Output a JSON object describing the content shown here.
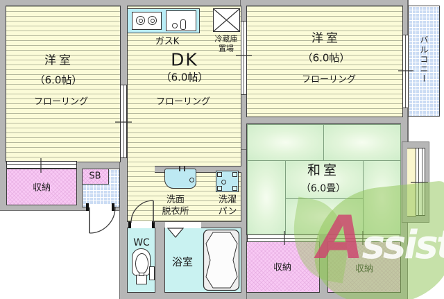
{
  "plan": {
    "rooms": {
      "west_room_left": {
        "name": "洋室",
        "size": "（6.0帖）",
        "floor": "フローリング"
      },
      "dk": {
        "name": "DK",
        "size": "（6.0帖）",
        "floor": "フローリング",
        "kitchen_label": "ガスK",
        "fridge_label_1": "冷蔵庫",
        "fridge_label_2": "置場"
      },
      "west_room_right": {
        "name": "洋室",
        "size": "（6.0帖）",
        "floor": "フローリング"
      },
      "balcony": {
        "name": "バルコニー"
      },
      "japanese_room": {
        "name": "和室",
        "size": "（6.0畳）"
      },
      "storage_left": {
        "name": "収納"
      },
      "shoe_box": {
        "name": "SB"
      },
      "washroom": {
        "line1": "洗面",
        "line2": "脱衣所"
      },
      "laundry_pan": {
        "line1": "洗濯",
        "line2": "パン"
      },
      "wc": {
        "name": "WC"
      },
      "bathroom": {
        "name": "浴室"
      },
      "storage_mid": {
        "name": "収納"
      },
      "storage_right": {
        "name": "収納"
      }
    },
    "watermark": {
      "text_a": "A",
      "text_rest": "ssist"
    },
    "colors": {
      "floor_yellow": "#FBFBD8",
      "tatami_green": "#D9F2D4",
      "closet_pink": "#F8C9F4",
      "water_cyan": "#C9F2F1",
      "kitchen_cyan": "#B9EDF6",
      "tile_blue": "#CBDCF4",
      "wall_gray": "#B6B6B6",
      "logo_green": "#92C65A",
      "logo_pink": "#CD446E"
    }
  }
}
